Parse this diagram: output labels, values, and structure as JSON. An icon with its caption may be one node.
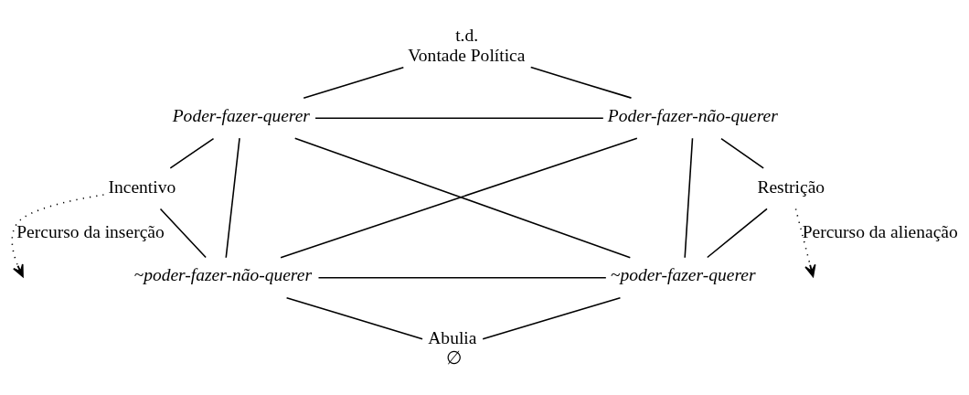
{
  "diagram": {
    "nodes": [
      {
        "text": [
          "t.d.",
          "Vontade Política"
        ]
      },
      {
        "text": [
          "Poder-fazer-querer"
        ]
      },
      {
        "text": [
          "Poder-fazer-não-querer"
        ]
      },
      {
        "text": [
          "Incentivo"
        ]
      },
      {
        "text": [
          "Restrição"
        ]
      },
      {
        "text": [
          "~poder-fazer-não-querer"
        ]
      },
      {
        "text": [
          "~poder-fazer-querer"
        ]
      },
      {
        "text": [
          "Abulia",
          "∅"
        ]
      }
    ],
    "edges": [
      {
        "from": 0,
        "to": 1,
        "arrow": "none"
      },
      {
        "from": 0,
        "to": 2,
        "arrow": "none"
      },
      {
        "from": 1,
        "to": 2,
        "arrow": "none"
      },
      {
        "from": 1,
        "to": 3,
        "arrow": "none"
      },
      {
        "from": 2,
        "to": 4,
        "arrow": "none"
      },
      {
        "from": 1,
        "to": 5,
        "arrow": "none"
      },
      {
        "from": 1,
        "to": 6,
        "arrow": "none"
      },
      {
        "from": 2,
        "to": 5,
        "arrow": "none"
      },
      {
        "from": 2,
        "to": 6,
        "arrow": "none"
      },
      {
        "from": 3,
        "to": 5,
        "arrow": "none"
      },
      {
        "from": 4,
        "to": 6,
        "arrow": "none"
      },
      {
        "from": 5,
        "to": 6,
        "arrow": "none"
      },
      {
        "from": 5,
        "to": 7,
        "arrow": "none"
      },
      {
        "from": 6,
        "to": 7,
        "arrow": "none"
      },
      {
        "from": 3,
        "to": null,
        "arrow": "to",
        "style": "dashed",
        "label": "Percurso da inserção"
      },
      {
        "from": 4,
        "to": null,
        "arrow": "to",
        "style": "dashed",
        "label": "Percurso da alienação"
      }
    ]
  }
}
